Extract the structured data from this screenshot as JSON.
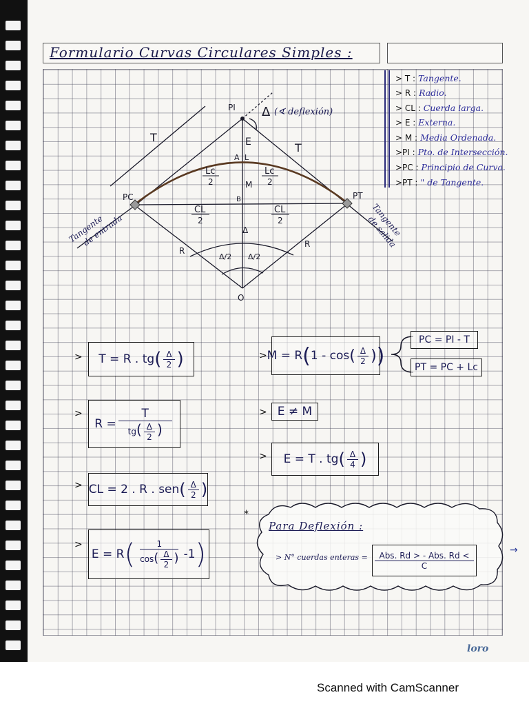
{
  "title": "Formulario Curvas Circulares Simples :",
  "legend": [
    {
      "sym": "> T :",
      "desc": "Tangente."
    },
    {
      "sym": "> R :",
      "desc": "Radio."
    },
    {
      "sym": "> CL :",
      "desc": "Cuerda larga."
    },
    {
      "sym": "> E :",
      "desc": "Externa."
    },
    {
      "sym": "> M :",
      "desc": "Media Ordenada."
    },
    {
      "sym": ">PI :",
      "desc": "Pto. de Intersección."
    },
    {
      "sym": ">PC :",
      "desc": "Principio de Curva."
    },
    {
      "sym": ">PT :",
      "desc": "\"   de Tangente."
    }
  ],
  "diagram": {
    "pi": "PI",
    "pc": "PC",
    "pt": "PT",
    "o": "O",
    "t_left": "T",
    "t_right": "T",
    "deflection": "Δ",
    "deflection_note": "(∢ deflexión)",
    "e": "E",
    "a": "A",
    "l": "L",
    "m": "M",
    "b": "B",
    "lc_left": [
      "Lc",
      "2"
    ],
    "lc_right": [
      "Lc",
      "2"
    ],
    "cl_left": [
      "CL",
      "2"
    ],
    "cl_right": [
      "CL",
      "2"
    ],
    "r_left": "R",
    "r_right": "R",
    "delta_center": "Δ",
    "half_left": "Δ/2",
    "half_right": "Δ/2",
    "tangente_entrada": [
      "Tangente",
      "de entrada"
    ],
    "tangente_salida": [
      "Tangente",
      "de salida"
    ]
  },
  "formulas": {
    "t": {
      "lhs": "T = R . tg",
      "num": "Δ",
      "den": "2"
    },
    "r": {
      "lhs": "R =",
      "num": "T",
      "den_prefix": "tg",
      "den_num": "Δ",
      "den_den": "2"
    },
    "cl": {
      "lhs": "CL = 2 . R . sen",
      "num": "Δ",
      "den": "2"
    },
    "e": {
      "lhs": "E = R",
      "num": "1",
      "den_prefix": "cos",
      "den_num": "Δ",
      "den_den": "2",
      "tail": "-1"
    },
    "m": {
      "lhs": "M = R",
      "mid": "1 - cos",
      "num": "Δ",
      "den": "2"
    },
    "pc": "PC = PI - T",
    "pt": "PT = PC + Lc",
    "e_ne_m": "E ≠ M",
    "e2": {
      "lhs": "E = T . tg",
      "num": "Δ",
      "den": "4"
    }
  },
  "bullet": ">",
  "deflexion": {
    "star": "*",
    "heading": "Para Deflexión :",
    "label": "> N° cuerdas enteras =",
    "num": "Abs. Rd > - Abs. Rd <",
    "den": "C",
    "arrow": "→"
  },
  "logo": "loro",
  "footer": "Scanned with CamScanner"
}
